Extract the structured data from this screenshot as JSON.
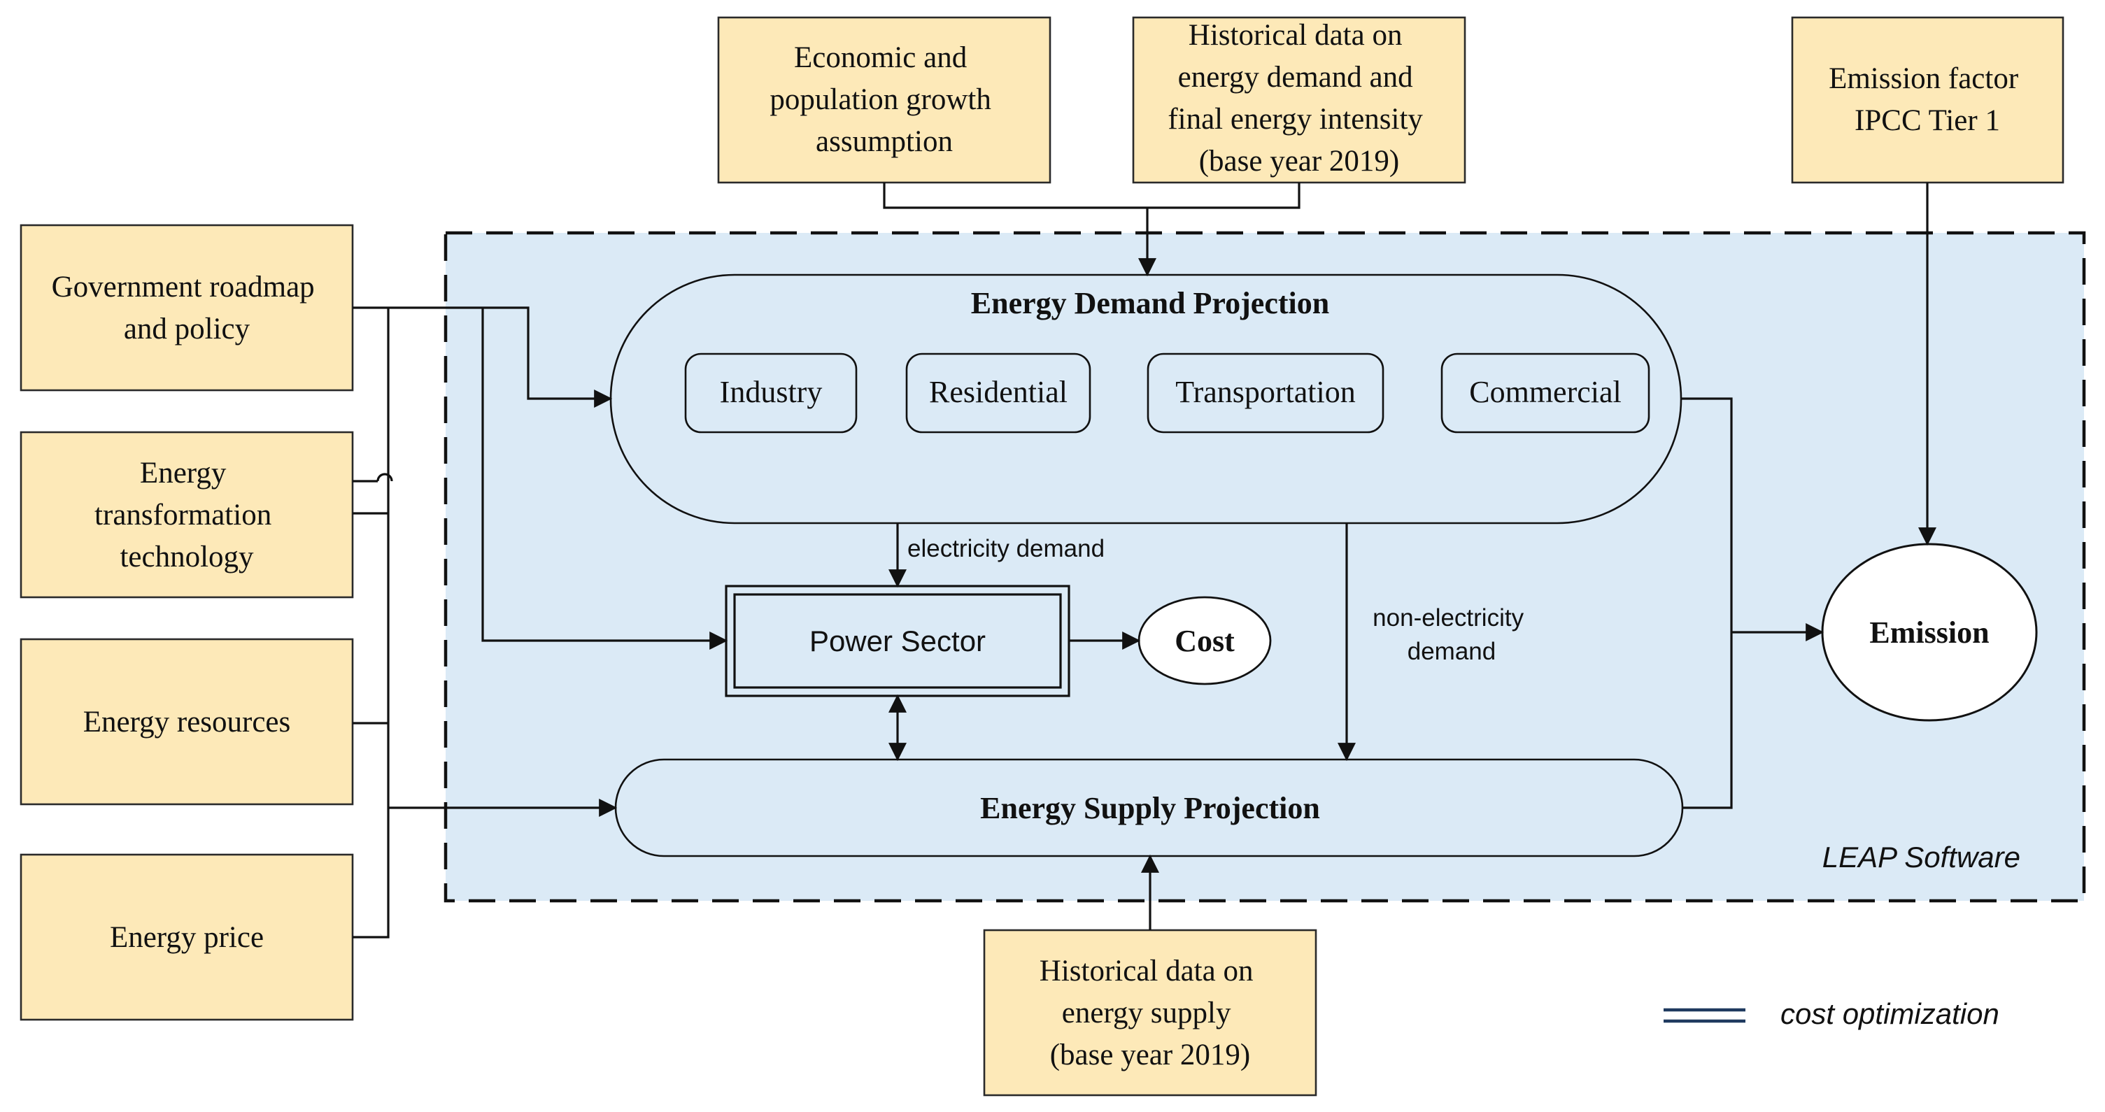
{
  "inputs": {
    "economic": [
      "Economic and",
      "population growth",
      "assumption"
    ],
    "historical_demand": [
      "Historical data on",
      "energy demand and",
      "final energy intensity",
      "(base year 2019)"
    ],
    "emission_factor": [
      "Emission factor",
      "IPCC Tier 1"
    ],
    "government": [
      "Government roadmap",
      "and policy"
    ],
    "technology": [
      "Energy",
      "transformation",
      "technology"
    ],
    "resources": [
      "Energy resources"
    ],
    "price": [
      "Energy price"
    ],
    "historical_supply": [
      "Historical data on",
      "energy supply",
      "(base year 2019)"
    ]
  },
  "software": {
    "label": "LEAP Software",
    "background": "#dbeaf6",
    "border": "#111111"
  },
  "demand": {
    "title": "Energy Demand Projection",
    "sectors": [
      "Industry",
      "Residential",
      "Transportation",
      "Commercial"
    ]
  },
  "power": {
    "label": "Power Sector"
  },
  "cost": {
    "label": "Cost"
  },
  "supply": {
    "title": "Energy Supply Projection"
  },
  "emission": {
    "label": "Emission"
  },
  "flows": {
    "electricity": "electricity demand",
    "non_electricity": [
      "non-electricity",
      "demand"
    ]
  },
  "legend": {
    "label": "cost optimization",
    "color": "#1f3a5f"
  },
  "colors": {
    "input_fill": "#fde9b8",
    "region_fill": "#dbeaf6",
    "line": "#111111"
  }
}
